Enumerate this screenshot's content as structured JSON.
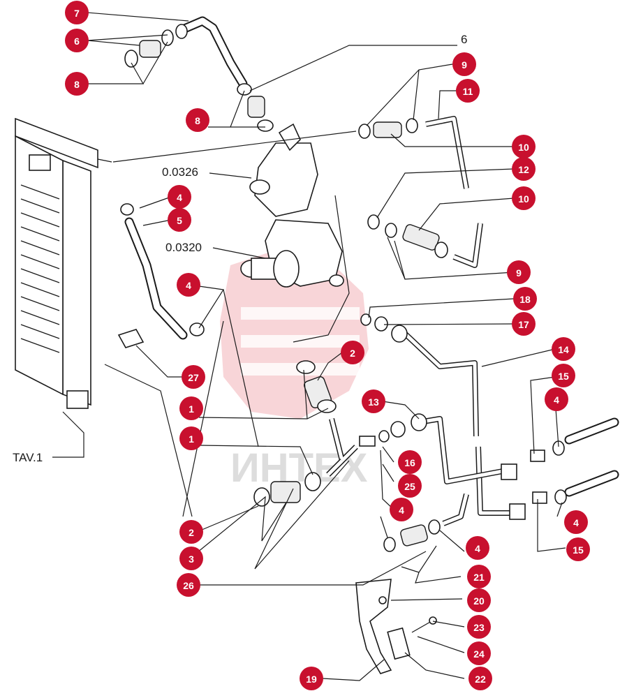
{
  "diagram": {
    "reference_labels": [
      "6",
      "0.0326",
      "0.0320",
      "TAV.1"
    ],
    "watermark_text": "ИНТЕХ",
    "colors": {
      "badge": "#c8102e",
      "line": "#1a1a1a",
      "watermark": "#f2b3b8"
    },
    "callouts": [
      "7",
      "6",
      "8",
      "8",
      "9",
      "11",
      "10",
      "12",
      "4",
      "5",
      "10",
      "9",
      "4",
      "18",
      "17",
      "27",
      "2",
      "14",
      "15",
      "1",
      "13",
      "4",
      "1",
      "16",
      "25",
      "4",
      "2",
      "4",
      "3",
      "4",
      "15",
      "21",
      "26",
      "20",
      "23",
      "24",
      "19",
      "22"
    ]
  }
}
